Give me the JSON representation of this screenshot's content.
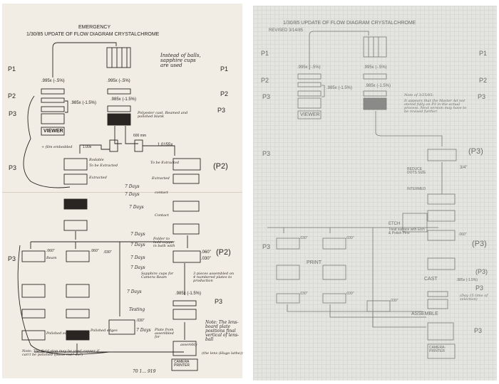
{
  "left_sheet": {
    "header": "EMERGENCY",
    "title": "1/30/85 UPDATE OF FLOW DIAGRAM CRYSTALCHROME",
    "side_note": "Instead of balls, sapphire cups are used",
    "levels": [
      "P1",
      "P2",
      "P3",
      "P1",
      "P2",
      "P3",
      "P3",
      "(P2)",
      "P3",
      "(P2)",
      "P3"
    ],
    "ratios": [
      ".995x (-.5%)",
      ".995x (-.5%)",
      ".985x (-1.5%)",
      ".985x (-1.5%)",
      "1.00x",
      "1.0155x",
      ".985x (-1.5%)"
    ],
    "viewer_label": "VIEWER",
    "film_note": "+ film embedded",
    "polyester_note": "Polyester cast, Reamed and polished blank",
    "size_label": "600 mm",
    "step_labels": [
      "Rodable",
      "To be Extracted",
      "Extracted",
      "To be Extracted",
      "Extracted",
      "contact",
      "Contact"
    ],
    "day_labels": [
      "7 Days",
      "7 Days",
      "7 Days",
      "7 Days",
      "7 Days",
      "7 Days",
      "7 Days",
      "7 Days",
      "7 Days"
    ],
    "folder_note": "Folder to hold copper in bath with",
    "sapphire_note": "Sapphire cups for Camera Ream",
    "ream_label": "Ream",
    "thickness_labels": [
      ".060\"",
      ".060\"",
      ".030\"",
      ".030\"",
      ".060\"",
      ".030\""
    ],
    "testing_label": "Testing",
    "piece_note": "3 pieces assembled on 4 numbered plates to production",
    "assembly_label": "assembly",
    "plate_note": "Plate from assembled for",
    "lens_note": "Note: The lens-board plate positions final vertical of lens-ball",
    "lens_sub": "(the lens (Hugo lathe))",
    "field_note": "Note: The field stop may be used copper if can't be polished (flame cut? do?)",
    "polished_labels": [
      "Polished edges (Cu)",
      "Polished edges"
    ],
    "camera_printer": "CAMERA PRINTER",
    "footer_numbers": "70 1...  919"
  },
  "right_sheet": {
    "title": "1/30/85 UPDATE OF FLOW DIAGRAM CRYSTALCHROME",
    "revised": "REVISED 3/14/85",
    "levels": [
      "P1",
      "P2",
      "P3",
      "P1",
      "P2",
      "P3",
      "P3",
      "(P3)",
      "P3",
      "(P3)",
      "(P3)",
      "P3",
      "P3"
    ],
    "ratios": [
      ".995x (-.5%)",
      ".995x (-.5%)",
      ".985x (-1.5%)",
      ".985x (-1.5%)",
      ".985x (-1.5%)"
    ],
    "viewer_label": "VIEWER",
    "note_title": "Note of 3/25/85:",
    "note_body": "It appears that the Master Ad not stored fully on P3 in the actual process. Next version may have to be revised further.",
    "fraction": "3/4\"",
    "reduce_label": "REDUCE DOTS SIZE",
    "intermed_label": "INTERMED",
    "etch_label": "ETCH",
    "etch_note": "Treat surface with Etch & Polish Pins",
    "print_label": "PRINT",
    "cast_label": "CAST",
    "assemble_label": "ASSEMBLE",
    "thickness_labels": [
      ".030\"",
      ".030\"",
      ".060\"",
      ".030\"",
      ".030\"",
      ".030\""
    ],
    "days_note": "(Day 15 time of selection)",
    "camera_printer": "CAMERA-PRINTER"
  },
  "colors": {
    "left_paper": "#f2ede4",
    "right_paper": "#e4e4e0",
    "ink": "#2a2522",
    "pencil": "#6c6c6a"
  }
}
